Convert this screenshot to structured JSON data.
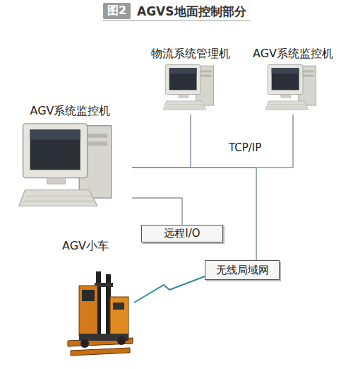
{
  "diagram": {
    "title": "AGVS地面控制部分",
    "nodes": [
      {
        "text": [
          "物流系统管理机"
        ]
      },
      {
        "text": [
          "AGV系统监控机"
        ]
      },
      {
        "text": [
          "AGV系统监控机"
        ]
      },
      {
        "text": [
          "远程I/O"
        ]
      },
      {
        "text": [
          "AGV小车"
        ]
      },
      {
        "text": [
          "无线局域网"
        ]
      }
    ],
    "edges": [
      {
        "from": 2,
        "to": 0,
        "arrow": "none"
      },
      {
        "from": 2,
        "to": 1,
        "arrow": "none"
      },
      {
        "from": 2,
        "to": 5,
        "arrow": "none"
      },
      {
        "from": 2,
        "to": 3,
        "arrow": "none"
      },
      {
        "from": 5,
        "to": 4,
        "arrow": "none"
      }
    ],
    "labels": [
      "图2",
      "TCP/IP"
    ]
  }
}
